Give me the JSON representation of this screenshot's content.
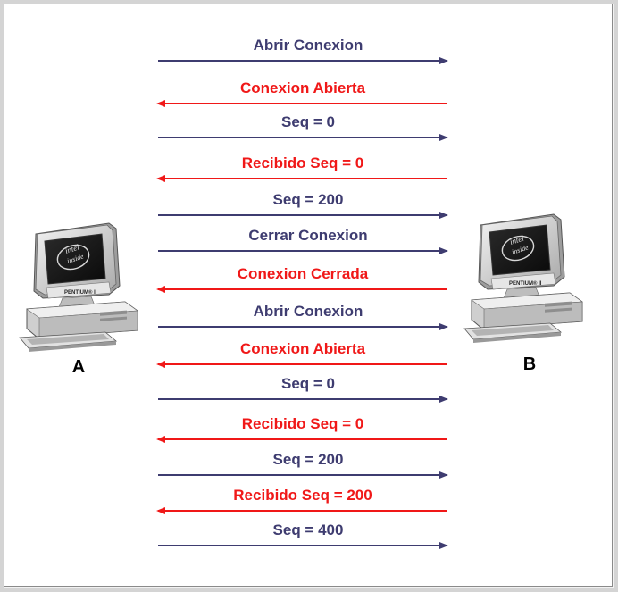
{
  "nodes": {
    "left": {
      "label": "A",
      "screen_text": [
        "intel",
        "inside"
      ],
      "brand": "PENTIUM® II"
    },
    "right": {
      "label": "B",
      "screen_text": [
        "intel",
        "inside"
      ],
      "brand": "PENTIUM® II"
    }
  },
  "colors": {
    "forward": "#3e3c70",
    "reply": "#f01818",
    "frame": "#d4d4d4"
  },
  "messages": [
    {
      "label": "Abrir Conexion",
      "direction": "A-to-B"
    },
    {
      "label": "Conexion Abierta",
      "direction": "B-to-A"
    },
    {
      "label": "Seq = 0",
      "direction": "A-to-B"
    },
    {
      "label": "Recibido Seq = 0",
      "direction": "B-to-A"
    },
    {
      "label": "Seq = 200",
      "direction": "A-to-B"
    },
    {
      "label": "Cerrar Conexion",
      "direction": "A-to-B"
    },
    {
      "label": "Conexion Cerrada",
      "direction": "B-to-A"
    },
    {
      "label": "Abrir Conexion",
      "direction": "A-to-B"
    },
    {
      "label": "Conexion Abierta",
      "direction": "B-to-A"
    },
    {
      "label": "Seq = 0",
      "direction": "A-to-B"
    },
    {
      "label": "Recibido Seq = 0",
      "direction": "B-to-A"
    },
    {
      "label": "Seq = 200",
      "direction": "A-to-B"
    },
    {
      "label": "Recibido Seq = 200",
      "direction": "B-to-A"
    },
    {
      "label": "Seq = 400",
      "direction": "A-to-B"
    }
  ]
}
